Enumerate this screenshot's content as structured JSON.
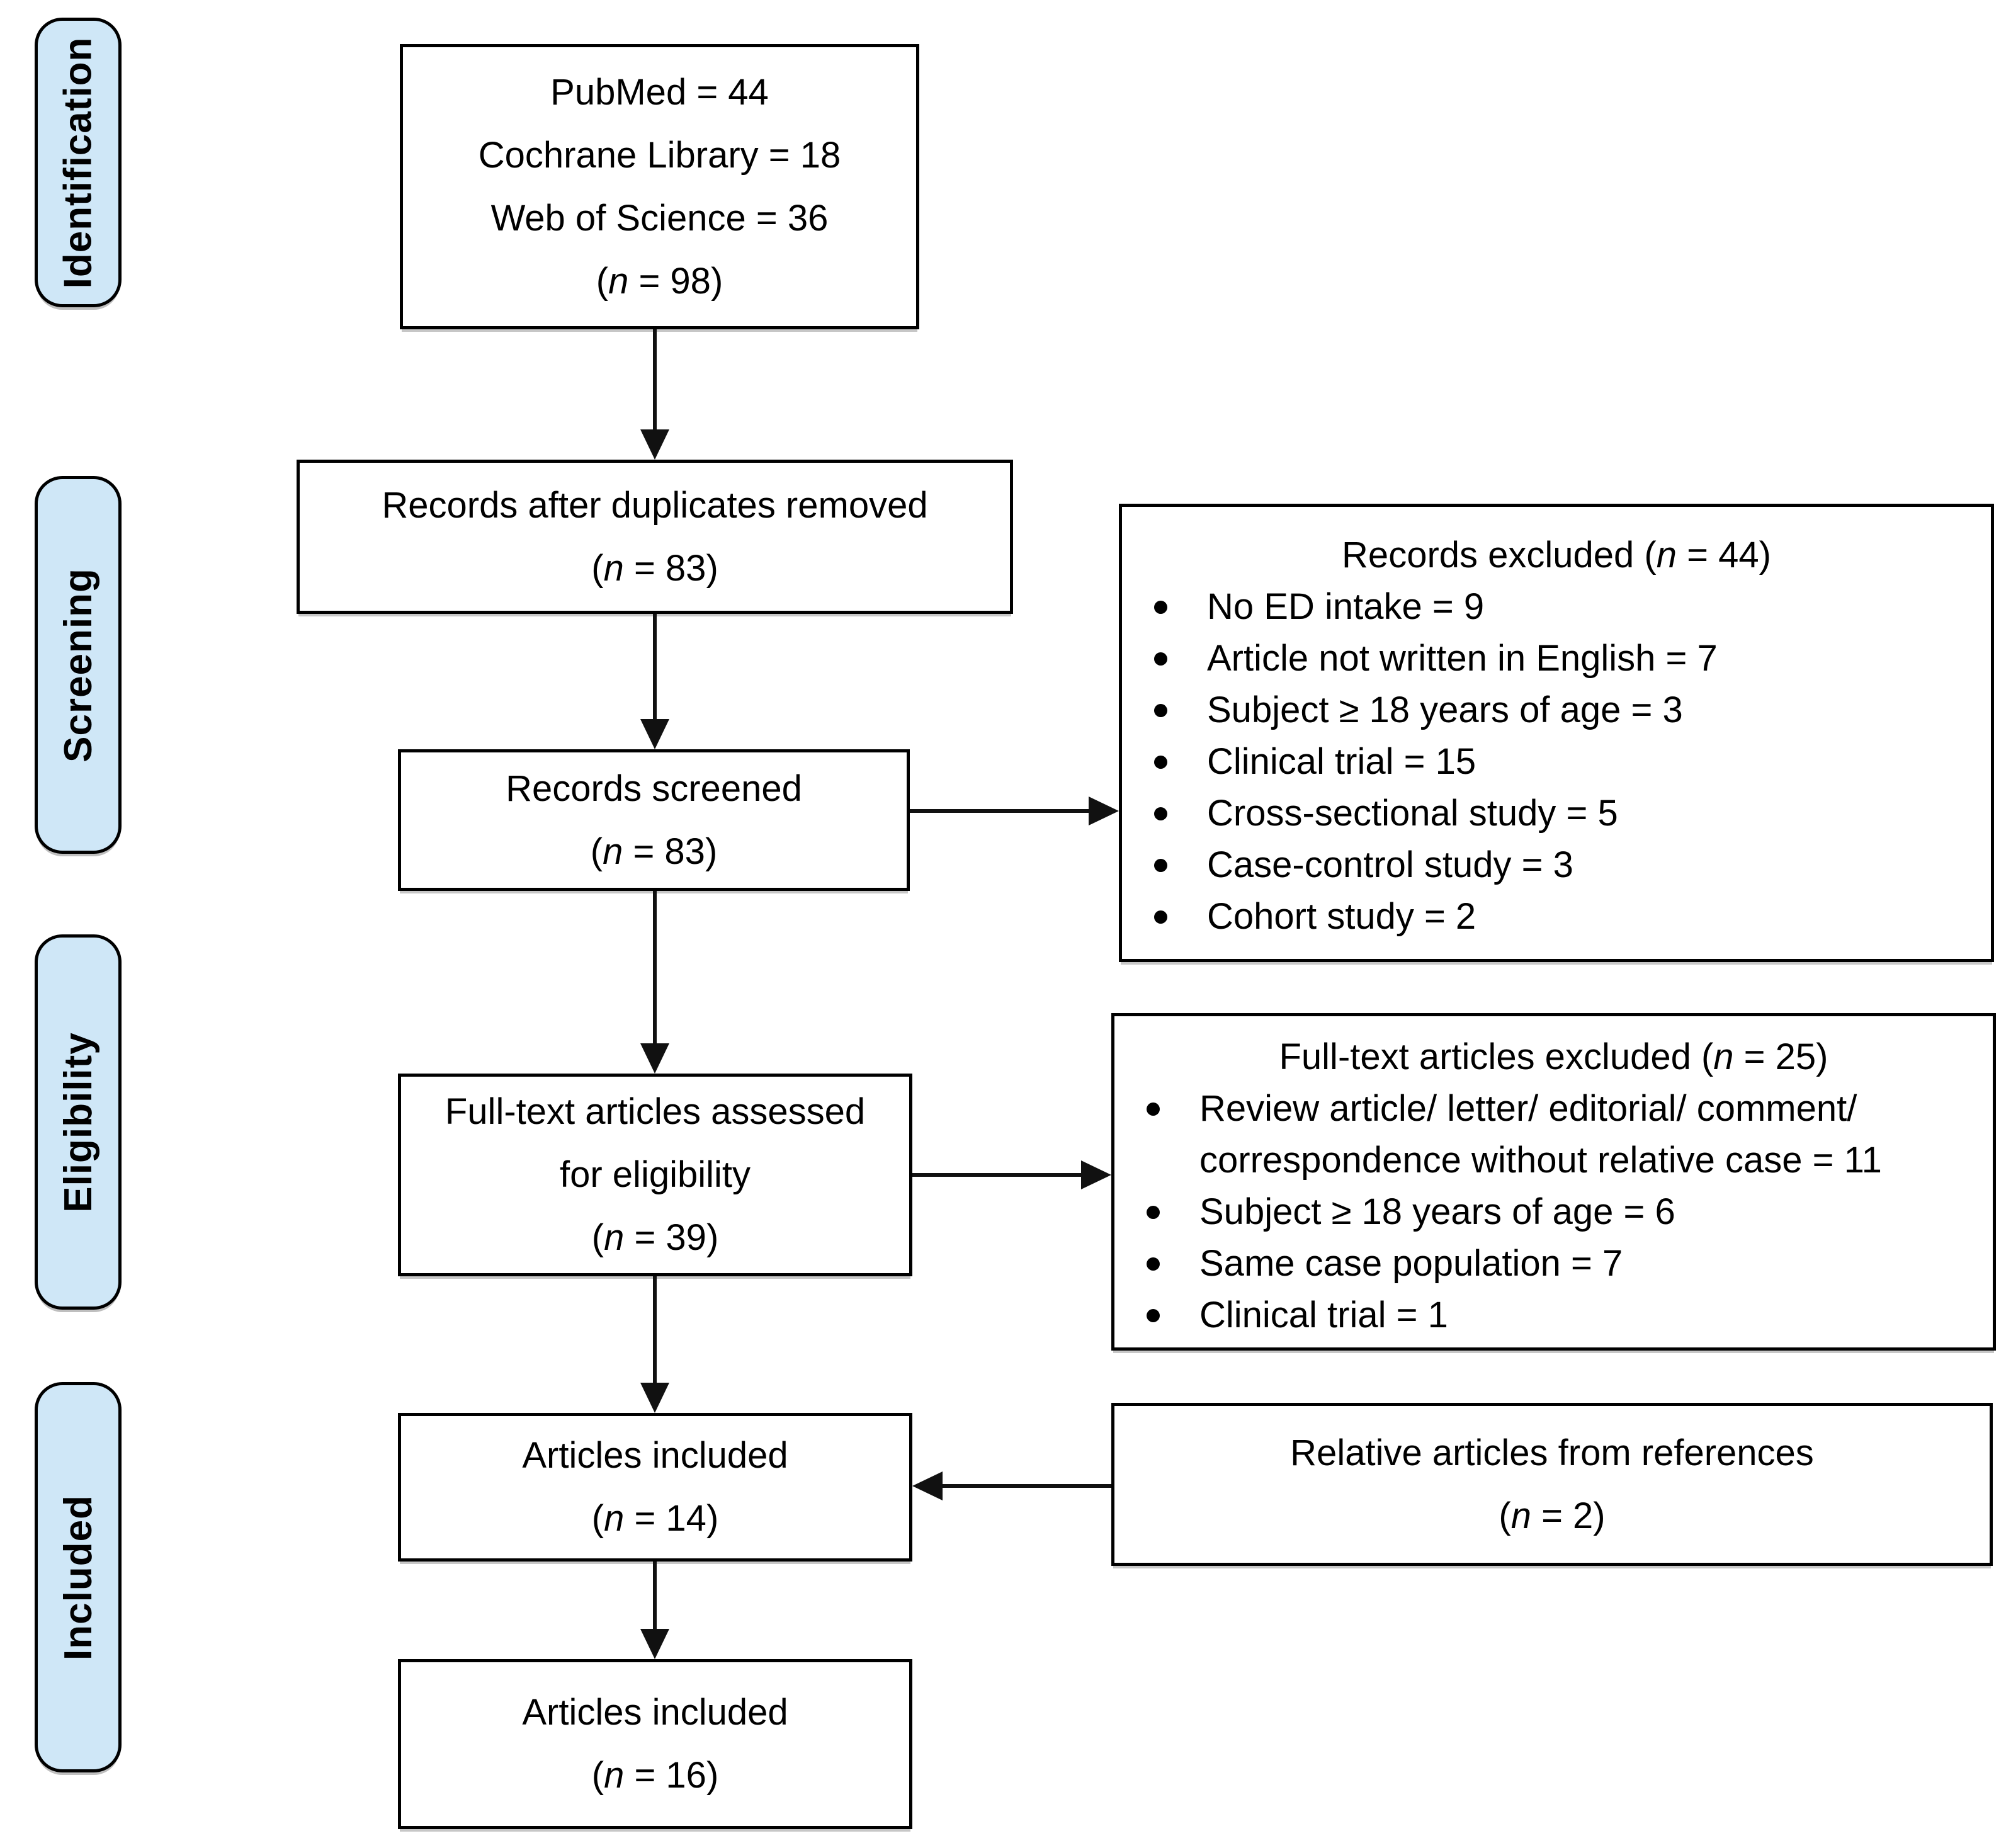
{
  "colors": {
    "stage_fill": "#cfe7f7",
    "line": "#111111",
    "box_border": "#000000",
    "box_bg": "#ffffff"
  },
  "stages": [
    {
      "label": "Identification"
    },
    {
      "label": "Screening"
    },
    {
      "label": "Eligibility"
    },
    {
      "label": "Included"
    }
  ],
  "flow_boxes": {
    "sources": {
      "lines": [
        "PubMed = 44",
        "Cochrane Library = 18",
        "Web of Science = 36",
        "(n = 98)"
      ]
    },
    "dedup": {
      "lines": [
        "Records after duplicates removed",
        "(n = 83)"
      ]
    },
    "screened": {
      "lines": [
        "Records screened",
        "(n = 83)"
      ]
    },
    "fulltext": {
      "lines": [
        "Full-text articles assessed",
        "for eligibility",
        "(n = 39)"
      ]
    },
    "included14": {
      "lines": [
        "Articles included",
        "(n = 14)"
      ]
    },
    "included16": {
      "lines": [
        "Articles included",
        "(n = 16)"
      ]
    }
  },
  "side_boxes": {
    "records_excluded": {
      "title": "Records excluded (n = 44)",
      "items": [
        "No ED intake = 9",
        "Article not written in English = 7",
        "Subject ≥ 18 years of age = 3",
        "Clinical trial = 15",
        "Cross-sectional study = 5",
        "Case-control study = 3",
        "Cohort study = 2"
      ]
    },
    "fulltext_excluded": {
      "title": "Full-text articles excluded (n = 25)",
      "items": [
        "Review article/ letter/ editorial/ comment/ correspondence without relative case = 11",
        "Subject ≥ 18 years of age = 6",
        "Same case population = 7",
        "Clinical trial = 1"
      ]
    },
    "references": {
      "lines": [
        "Relative articles from references",
        "(n = 2)"
      ]
    }
  }
}
